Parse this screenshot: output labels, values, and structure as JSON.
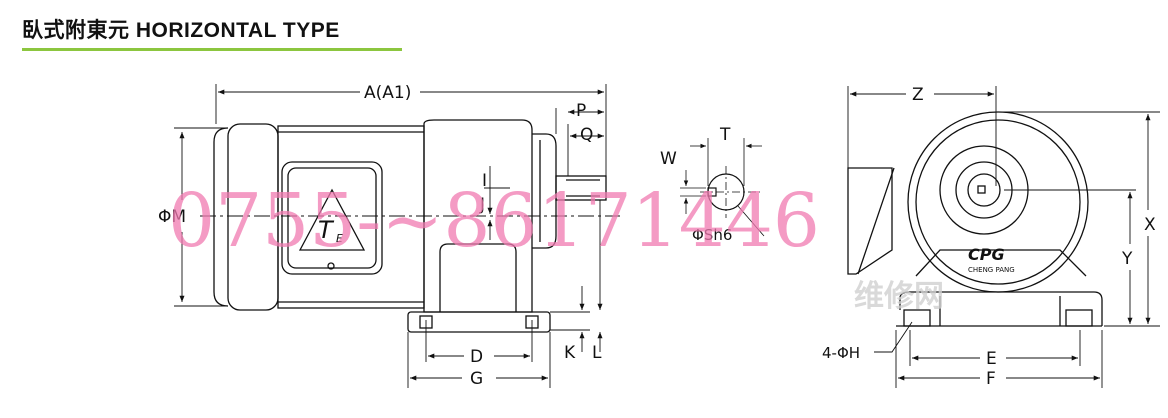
{
  "header": {
    "title": "臥式附東元 HORIZONTAL TYPE",
    "underline_color": "#8cc63f"
  },
  "dimensions": {
    "a": "A(A1)",
    "p": "P",
    "q": "Q",
    "phi_m": "ΦM",
    "i": "I",
    "j": "J",
    "d": "D",
    "g": "G",
    "k": "K",
    "l": "L",
    "w": "W",
    "t": "T",
    "phi_sh6": "ΦSh6",
    "z": "Z",
    "x": "X",
    "y": "Y",
    "four_phi_h": "4-ΦH",
    "e": "E",
    "f": "F"
  },
  "labels": {
    "te_logo_main": "T",
    "te_logo_sub": "E",
    "cpg_brand": "CPG",
    "cpg_sub": "CHENG PANG"
  },
  "watermark": {
    "phone": "0755-~86171446",
    "site": "维修网"
  },
  "colors": {
    "line": "#111111",
    "watermark": "#f07ab0",
    "accent": "#8cc63f"
  }
}
